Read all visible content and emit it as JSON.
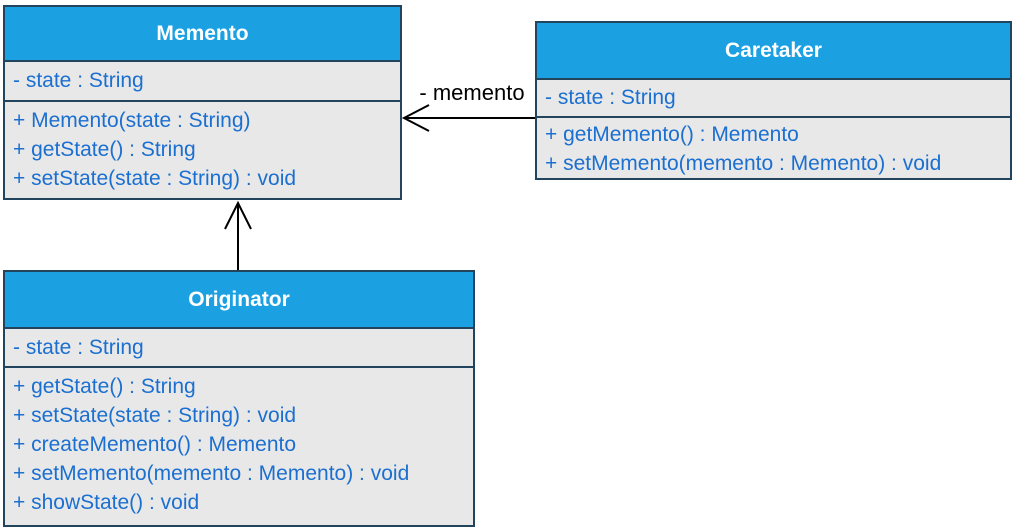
{
  "diagram": {
    "kind": "uml-class-diagram",
    "pattern": "Memento",
    "colors": {
      "header_fill": "#1BA1E2",
      "box_border": "#23445D",
      "section_fill": "#E8E8E8",
      "member_text": "#1B6FD0",
      "header_text": "#FFFFFF",
      "edge_color": "#000000",
      "background": "#FFFFFF"
    },
    "classes": [
      {
        "name": "Memento",
        "attributes": [
          "- state : String"
        ],
        "methods": [
          "+ Memento(state : String)",
          "+ getState() : String",
          "+ setState(state : String) : void"
        ]
      },
      {
        "name": "Caretaker",
        "attributes": [
          "- state : String"
        ],
        "methods": [
          "+ getMemento() : Memento",
          "+ setMemento(memento : Memento) : void"
        ]
      },
      {
        "name": "Originator",
        "attributes": [
          "- state : String"
        ],
        "methods": [
          "+ getState() : String",
          "+ setState(state : String) : void",
          "+ createMemento() : Memento",
          "+ setMemento(memento : Memento) : void",
          "+ showState() : void"
        ]
      }
    ],
    "relations": [
      {
        "from": "Caretaker",
        "to": "Memento",
        "label": "- memento",
        "type": "directed-association",
        "arrowhead": "open"
      },
      {
        "from": "Originator",
        "to": "Memento",
        "label": "",
        "type": "directed-association",
        "arrowhead": "open"
      }
    ]
  }
}
